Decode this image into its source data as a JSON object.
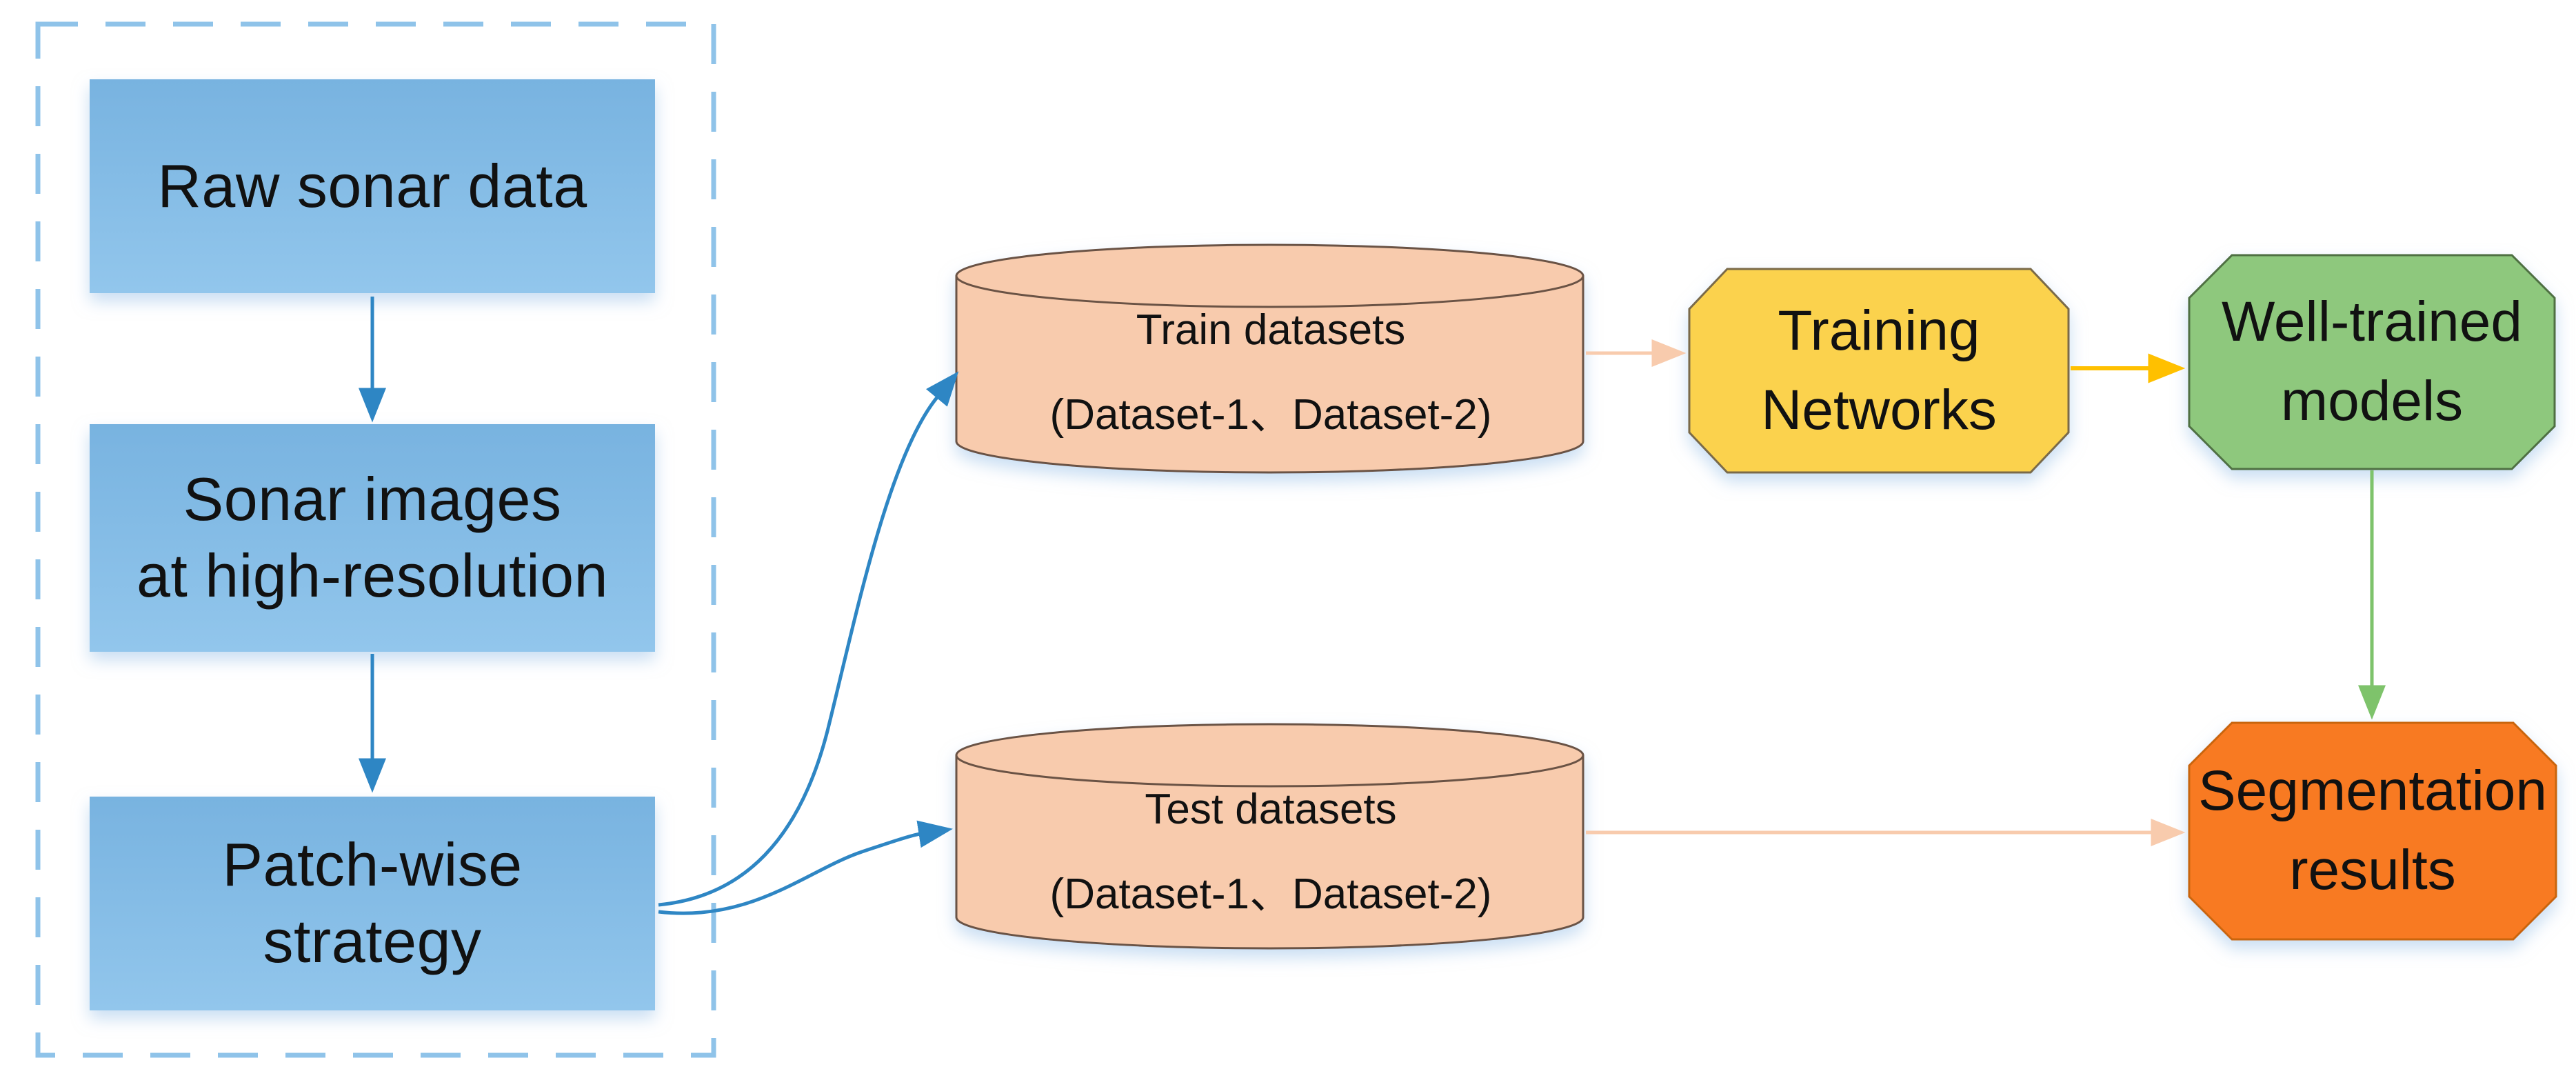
{
  "preprocess": {
    "raw": "Raw sonar data",
    "sonar_line1": "Sonar images",
    "sonar_line2": "at high-resolution",
    "patch_line1": "Patch-wise",
    "patch_line2": "strategy"
  },
  "datasets": {
    "train_line1": "Train datasets",
    "train_line2": "(Dataset-1、Dataset-2)",
    "test_line1": "Test datasets",
    "test_line2": "(Dataset-1、Dataset-2)"
  },
  "stages": {
    "training_line1": "Training",
    "training_line2": "Networks",
    "model_line1": "Well-trained",
    "model_line2": "models",
    "result_line1": "Segmentation",
    "result_line2": "results"
  },
  "colors": {
    "process_box_top": "#78B3E0",
    "process_box_bottom": "#92C6EC",
    "dashed_border": "#8FC3E9",
    "blue_arrow": "#2E86C4",
    "dataset_fill": "#F8CBAD",
    "dataset_stroke": "#6B5244",
    "peach_arrow": "#F8CBAD",
    "network_fill": "#FBD24D",
    "network_stroke": "#7A6B4A",
    "yellow_arrow": "#FFC000",
    "model_fill": "#8EC87D",
    "model_stroke": "#4F7042",
    "green_arrow": "#7EC36B",
    "result_fill": "#F87A20",
    "result_stroke": "#C9650F"
  }
}
